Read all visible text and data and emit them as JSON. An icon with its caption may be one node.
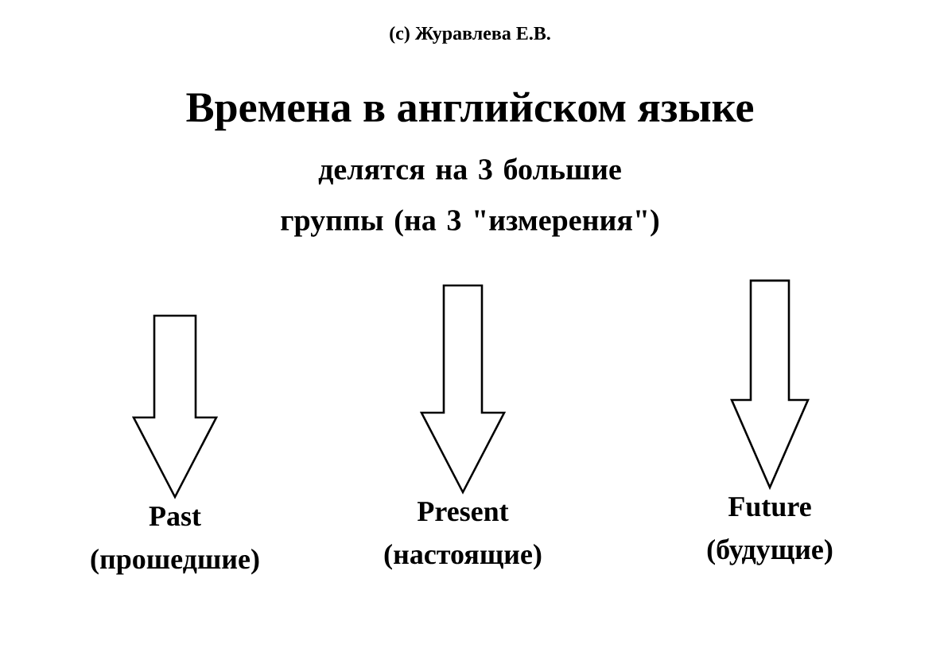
{
  "diagram": {
    "title": "Времена в английском языке",
    "nodes": [
      {
        "text": [
          "Past",
          "(прошедшие)"
        ]
      },
      {
        "text": [
          "Present",
          "(настоящие)"
        ]
      },
      {
        "text": [
          "Future",
          "(будущие)"
        ]
      }
    ],
    "edges": [
      {
        "from": null,
        "to": 0,
        "arrow": "to"
      },
      {
        "from": null,
        "to": 1,
        "arrow": "to"
      },
      {
        "from": null,
        "to": 2,
        "arrow": "to"
      }
    ],
    "labels": [
      "(c) Журавлева Е.В.",
      "делятся на 3 большие группы (на 3 \"измерения\")"
    ]
  }
}
